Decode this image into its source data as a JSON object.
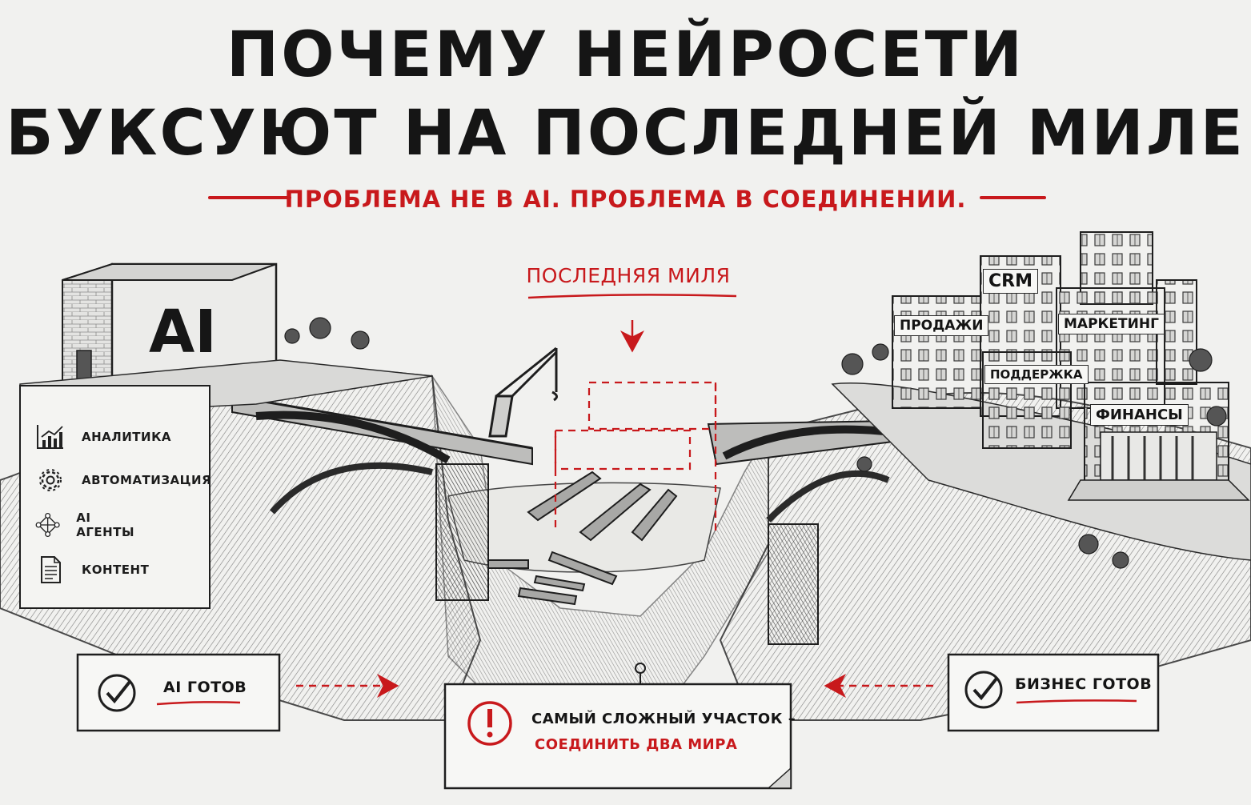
{
  "title": {
    "line1": "ПОЧЕМУ НЕЙРОСЕТИ",
    "line2": "БУКСУЮТ НА ПОСЛЕДНЕЙ МИЛЕ"
  },
  "subtitle": "ПРОБЛЕМА НЕ В AI. ПРОБЛЕМА В СОЕДИНЕНИИ.",
  "last_mile_label": "ПОСЛЕДНЯЯ МИЛЯ",
  "ai_building": {
    "label": "AI"
  },
  "ai_features": [
    {
      "label": "АНАЛИТИКА",
      "icon": "chart-icon"
    },
    {
      "label": "АВТОМАТИЗАЦИЯ",
      "icon": "gear-icon"
    },
    {
      "label": "AI АГЕНТЫ",
      "icon": "network-icon"
    },
    {
      "label": "КОНТЕНТ",
      "icon": "document-icon"
    }
  ],
  "business_buildings": {
    "crm": "CRM",
    "sales": "ПРОДАЖИ",
    "marketing": "МАРКЕТИНГ",
    "support": "ПОДДЕРЖКА",
    "finance": "ФИНАНСЫ"
  },
  "cards": {
    "ai_ready": "AI ГОТОВ",
    "business_ready": "БИЗНЕС ГОТОВ",
    "center_line1": "САМЫЙ СЛОЖНЫЙ УЧАСТОК –",
    "center_line2": "СОЕДИНИТЬ ДВА МИРА"
  },
  "colors": {
    "accent": "#c8191c",
    "ink": "#1a1a1a",
    "paper": "#f1f1ef"
  }
}
